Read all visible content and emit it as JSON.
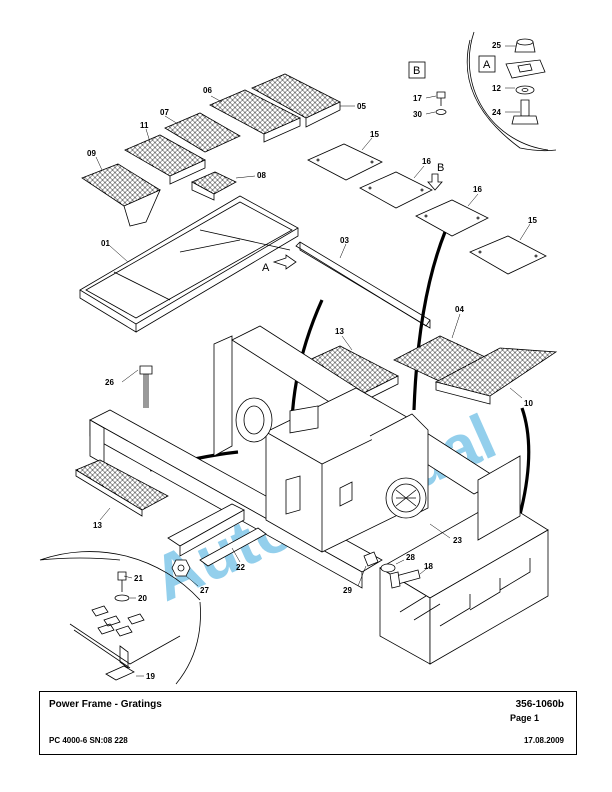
{
  "title_block": {
    "title": "Power Frame - Gratings",
    "document_number": "356-1060b",
    "page": "Page 1",
    "machine": "PC 4000-6 SN:08 228",
    "date": "17.08.2009"
  },
  "watermark": "AutoManual",
  "view_labels": {
    "a_box": "A",
    "b_box": "B",
    "a_arrow": "A",
    "b_arrow": "B"
  },
  "callouts": {
    "c01": "01",
    "c03": "03",
    "c04": "04",
    "c05": "05",
    "c06": "06",
    "c07": "07",
    "c08": "08",
    "c09": "09",
    "c10": "10",
    "c11": "11",
    "c13a": "13",
    "c13b": "13",
    "c15a": "15",
    "c15b": "15",
    "c16a": "16",
    "c16b": "16",
    "c17": "17",
    "c18": "18",
    "c19": "19",
    "c20": "20",
    "c21": "21",
    "c22": "22",
    "c23": "23",
    "c24": "24",
    "c25": "25",
    "c26": "26",
    "c27": "27",
    "c28": "28",
    "c29": "29",
    "c30": "30",
    "c12": "12"
  }
}
